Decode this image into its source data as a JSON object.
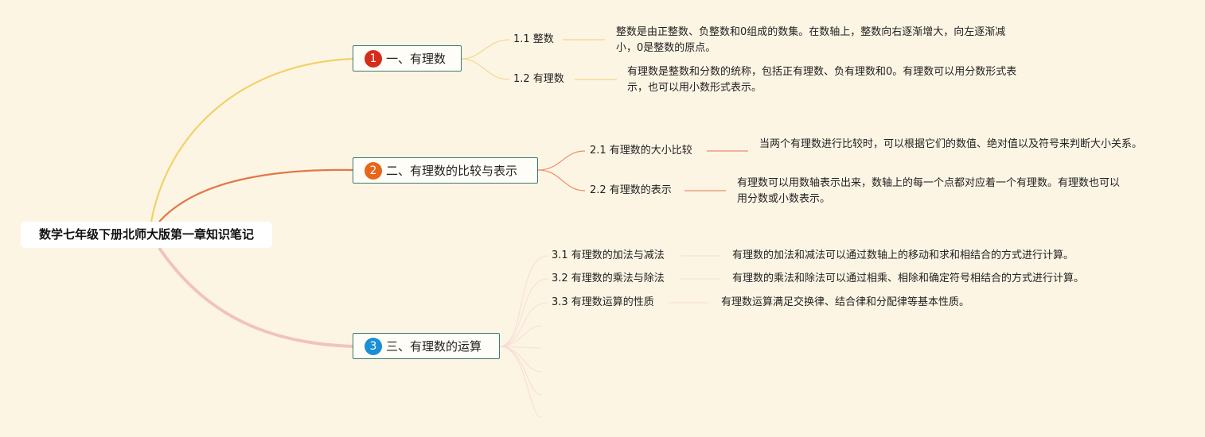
{
  "root": {
    "title": "数学七年级下册北师大版第一章知识笔记"
  },
  "branches": [
    {
      "number": "1",
      "title": "一、有理数",
      "color": "#d62c1a",
      "subs": [
        {
          "title": "1.1 整数",
          "detail": "整数是由正整数、负整数和0组成的数集。在数轴上，整数向右逐渐增大，向左逐渐减小，0是整数的原点。"
        },
        {
          "title": "1.2 有理数",
          "detail": "有理数是整数和分数的统称，包括正有理数、负有理数和0。有理数可以用分数形式表示，也可以用小数形式表示。"
        }
      ]
    },
    {
      "number": "2",
      "title": "二、有理数的比较与表示",
      "color": "#e8661a",
      "subs": [
        {
          "title": "2.1 有理数的大小比较",
          "detail": "当两个有理数进行比较时，可以根据它们的数值、绝对值以及符号来判断大小关系。"
        },
        {
          "title": "2.2 有理数的表示",
          "detail": "有理数可以用数轴表示出来，数轴上的每一个点都对应着一个有理数。有理数也可以用分数或小数表示。"
        }
      ]
    },
    {
      "number": "3",
      "title": "三、有理数的运算",
      "color": "#1a8fd6",
      "subs": [
        {
          "title": "3.1 有理数的加法与减法",
          "detail": "有理数的加法和减法可以通过数轴上的移动和求和相结合的方式进行计算。"
        },
        {
          "title": "3.2 有理数的乘法与除法",
          "detail": "有理数的乘法和除法可以通过相乘、相除和确定符号相结合的方式进行计算。"
        },
        {
          "title": "3.3 有理数运算的性质",
          "detail": "有理数运算满足交换律、结合律和分配律等基本性质。"
        }
      ]
    }
  ]
}
